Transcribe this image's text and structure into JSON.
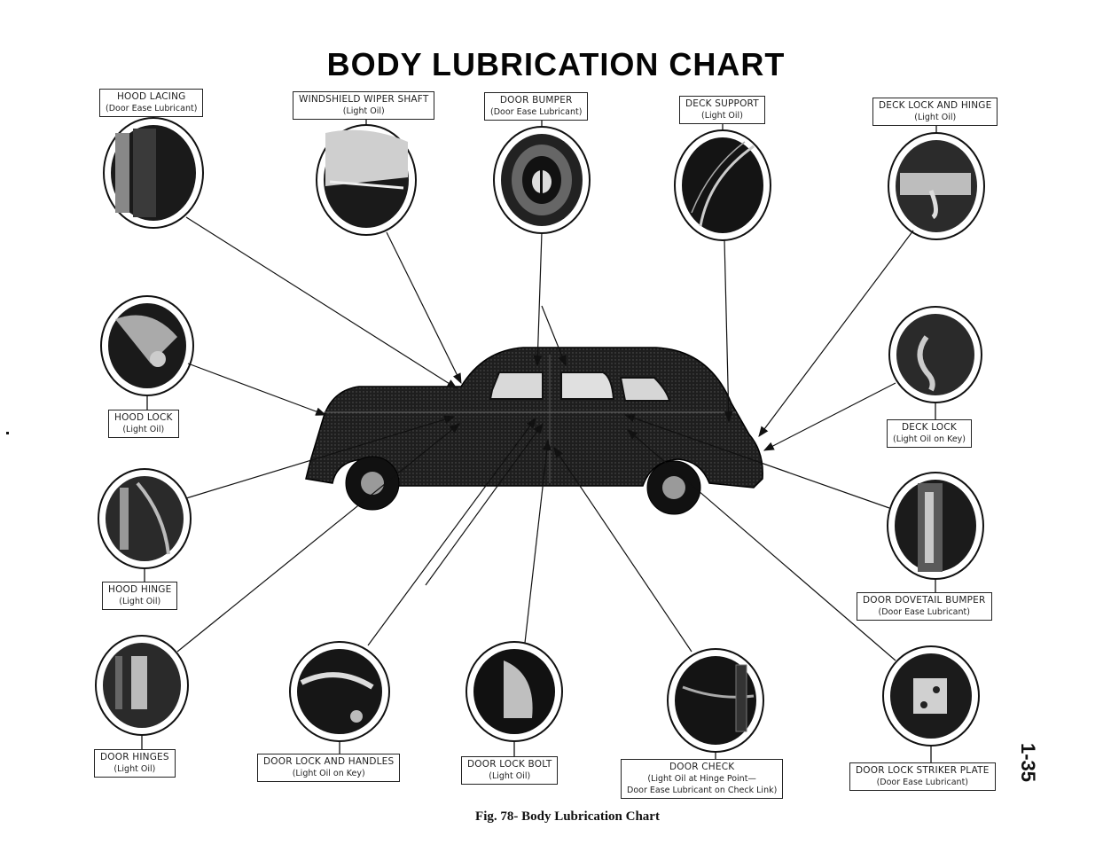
{
  "title": "BODY LUBRICATION CHART",
  "caption": "Fig. 78- Body Lubrication Chart",
  "page_number": "1-35",
  "callouts": [
    {
      "id": "hood-lacing",
      "name": "HOOD LACING",
      "lube": "(Door Ease Lubricant)"
    },
    {
      "id": "windshield-wiper-shaft",
      "name": "WINDSHIELD WIPER SHAFT",
      "lube": "(Light Oil)"
    },
    {
      "id": "door-bumper",
      "name": "DOOR BUMPER",
      "lube": "(Door Ease Lubricant)"
    },
    {
      "id": "deck-support",
      "name": "DECK SUPPORT",
      "lube": "(Light Oil)"
    },
    {
      "id": "deck-lock-and-hinge",
      "name": "DECK LOCK AND HINGE",
      "lube": "(Light Oil)"
    },
    {
      "id": "hood-lock",
      "name": "HOOD LOCK",
      "lube": "(Light Oil)"
    },
    {
      "id": "deck-lock",
      "name": "DECK LOCK",
      "lube": "(Light Oil on Key)"
    },
    {
      "id": "hood-hinge",
      "name": "HOOD HINGE",
      "lube": "(Light Oil)"
    },
    {
      "id": "door-dovetail-bumper",
      "name": "DOOR DOVETAIL BUMPER",
      "lube": "(Door Ease Lubricant)"
    },
    {
      "id": "door-hinges",
      "name": "DOOR HINGES",
      "lube": "(Light Oil)"
    },
    {
      "id": "door-lock-and-handles",
      "name": "DOOR LOCK AND HANDLES",
      "lube": "(Light Oil on Key)"
    },
    {
      "id": "door-lock-bolt",
      "name": "DOOR LOCK BOLT",
      "lube": "(Light Oil)"
    },
    {
      "id": "door-check",
      "name": "DOOR CHECK",
      "lube": "(Light Oil at Hinge Point—",
      "lube2": "Door Ease Lubricant on Check Link)"
    },
    {
      "id": "door-lock-striker-plate",
      "name": "DOOR LOCK STRIKER PLATE",
      "lube": "(Door Ease Lubricant)"
    }
  ],
  "colors": {
    "ink": "#111111",
    "paper": "#ffffff",
    "car_body": "#2a2a2a"
  }
}
